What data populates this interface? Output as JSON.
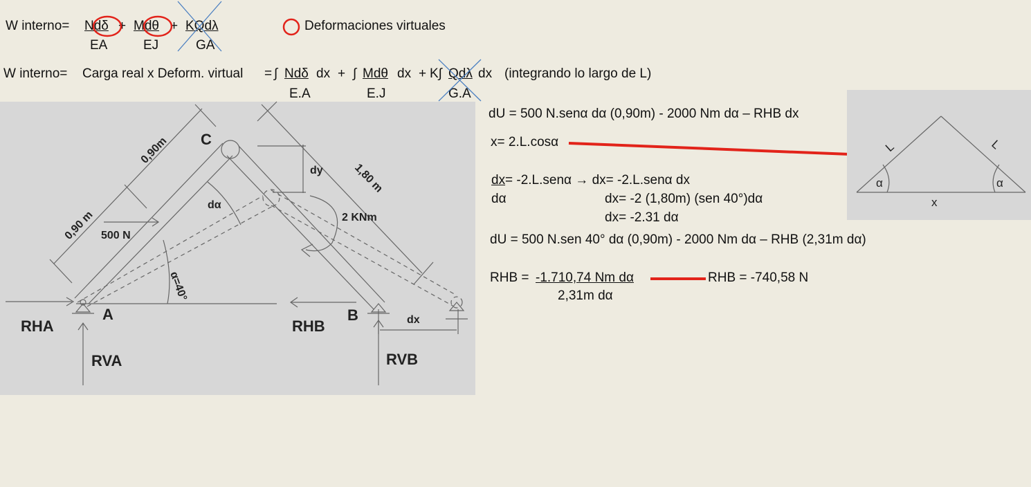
{
  "formula1": {
    "lhs": "W interno=",
    "terms": [
      {
        "num": "Ndδ",
        "den": "EA",
        "plus": "+"
      },
      {
        "num": "Mdθ",
        "den": "EJ",
        "plus": "+"
      },
      {
        "num": "KQdλ",
        "den": "GA",
        "plus": ""
      }
    ]
  },
  "legend": {
    "label": "Deformaciones virtuales"
  },
  "formula2": {
    "lhs": "W interno=",
    "middle": "Carga real x Deform. virtual",
    "eq": "=",
    "int1": "∫",
    "num1": "Ndδ",
    "dx1": "dx",
    "den1": "E.A",
    "plus1": "+",
    "int2": "∫",
    "num2": "Mdθ",
    "dx2": "dx",
    "den2": "E.J",
    "plus2": "+",
    "k3": "K∫",
    "num3": "Qdλ",
    "dx3": "dx",
    "den3": "G.A",
    "note": "(integrando lo largo de L)"
  },
  "figure": {
    "C": "C",
    "A": "A",
    "B": "B",
    "dim_090_top": "0,90m",
    "dim_090_bottom": "0,90 m",
    "dim_180": "1,80 m",
    "force": "500 N",
    "moment": "2 KNm",
    "dy": "dy",
    "dalpha": "dα",
    "alpha": "α=40°",
    "dx": "dx",
    "RHA": "RHA",
    "RVA": "RVA",
    "RHB": "RHB",
    "RVB": "RVB"
  },
  "eqs": {
    "e1": "dU = 500 N.senα dα (0,90m) - 2000 Nm dα – RHB dx",
    "e2": "x= 2.L.cosα",
    "e3_num": "dx",
    "e3_rest": " = -2.L.senα  → dx= -2.L.senα dx",
    "e3_den": "dα",
    "e4": "dx= -2 (1,80m) (sen 40°)dα",
    "e5": "dx= -2.31 dα",
    "e6": "dU = 500 N.sen 40° dα (0,90m) - 2000 Nm dα – RHB (2,31m dα)",
    "e7_lhs": "RHB =",
    "e7_num": "-1.710,74 Nm dα",
    "e7_den": "2,31m dα",
    "e8": "RHB = -740,58 N"
  },
  "triangle": {
    "L_left": "L",
    "L_right": "L",
    "a_left": "α",
    "a_right": "α",
    "x": "x"
  },
  "colors": {
    "background": "#eeebe0",
    "panel": "#d7d7d7",
    "red": "#e2231a",
    "cross": "#4a7fc1"
  }
}
